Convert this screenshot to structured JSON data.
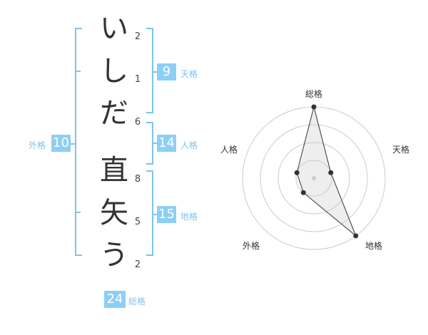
{
  "name_chars": [
    "い",
    "し",
    "だ",
    "直",
    "矢",
    "う"
  ],
  "stroke_counts": [
    "2",
    "1",
    "6",
    "8",
    "5",
    "2"
  ],
  "fortunes": {
    "tenkaku": {
      "value": "9",
      "label": "天格"
    },
    "jinkaku": {
      "value": "14",
      "label": "人格"
    },
    "chikaku": {
      "value": "15",
      "label": "地格"
    },
    "gaikaku": {
      "value": "10",
      "label": "外格"
    },
    "soukaku": {
      "value": "24",
      "label": "総格"
    }
  },
  "colors": {
    "accent": "#8ccff5",
    "accent_text": "#7fc3ec",
    "bracket": "#7fc3ec",
    "ring": "#cccccc"
  },
  "chart_data": {
    "type": "radar",
    "axes": [
      "総格",
      "天格",
      "地格",
      "外格",
      "人格"
    ],
    "values": [
      4,
      1,
      4,
      1,
      1
    ],
    "max": 4
  }
}
